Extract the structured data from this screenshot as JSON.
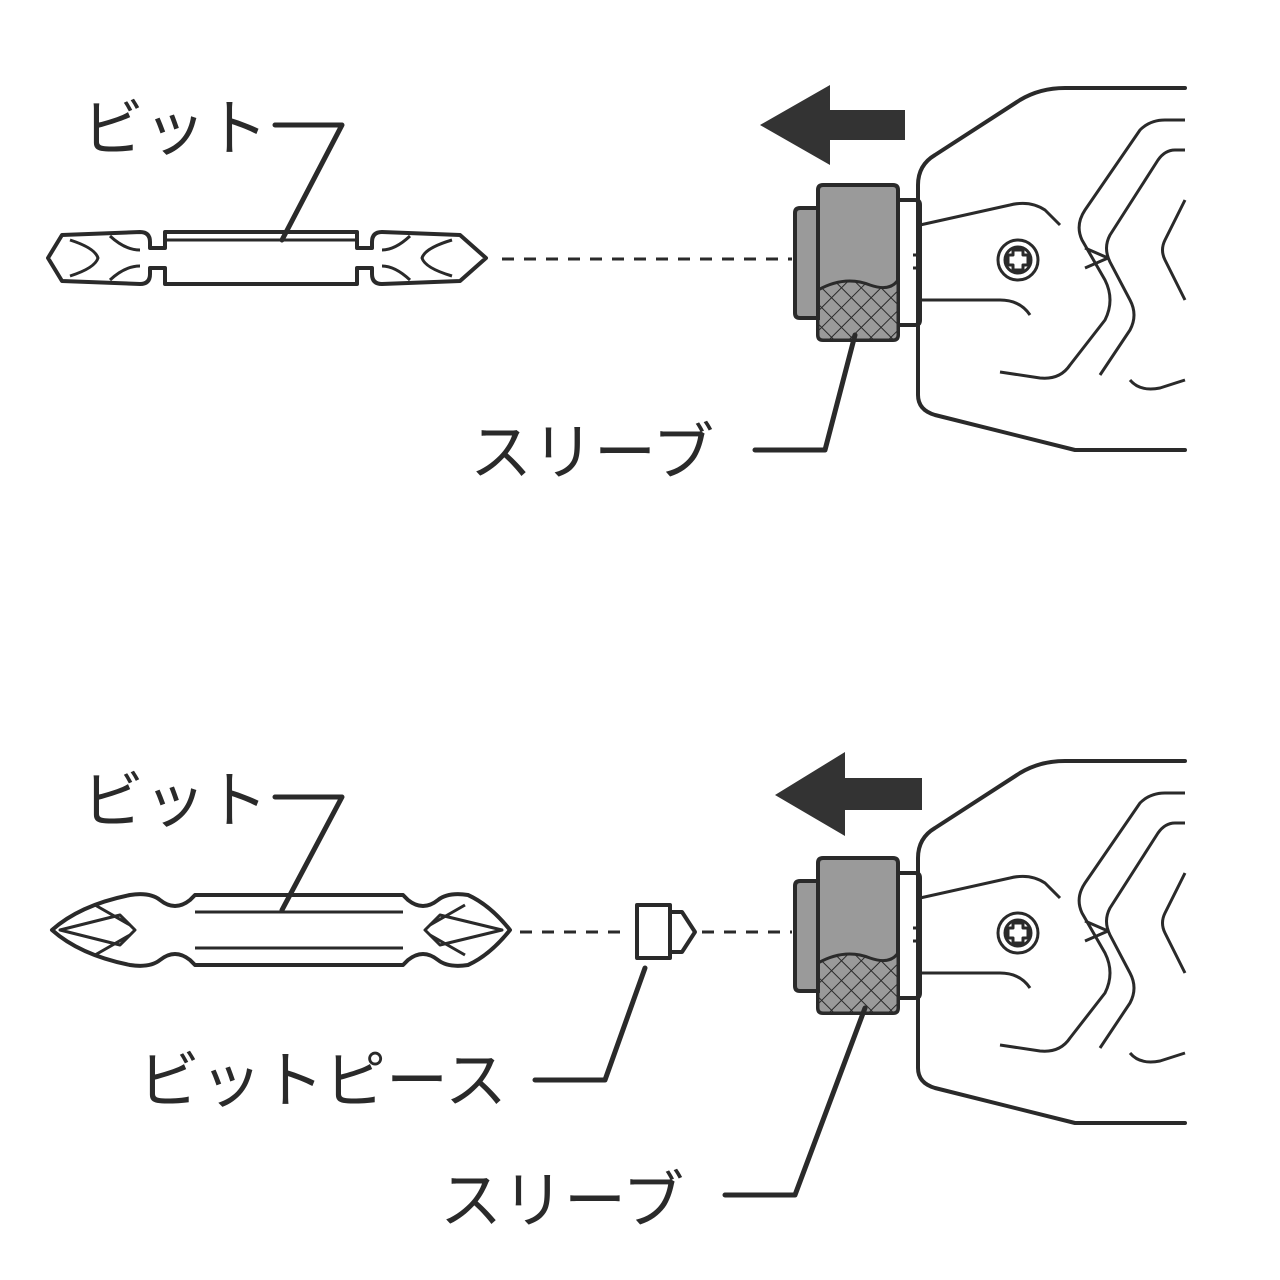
{
  "colors": {
    "ink": "#2a2a2a",
    "sleeve_fill": "#9a9a9a",
    "arrow_fill": "#333333"
  },
  "top_figure": {
    "bit_label": "ビット",
    "sleeve_label": "スリーブ"
  },
  "bottom_figure": {
    "bit_label": "ビット",
    "bit_piece_label": "ビットピース",
    "sleeve_label": "スリーブ"
  },
  "icons": [
    "arrow-left-icon",
    "screw-head-icon"
  ]
}
